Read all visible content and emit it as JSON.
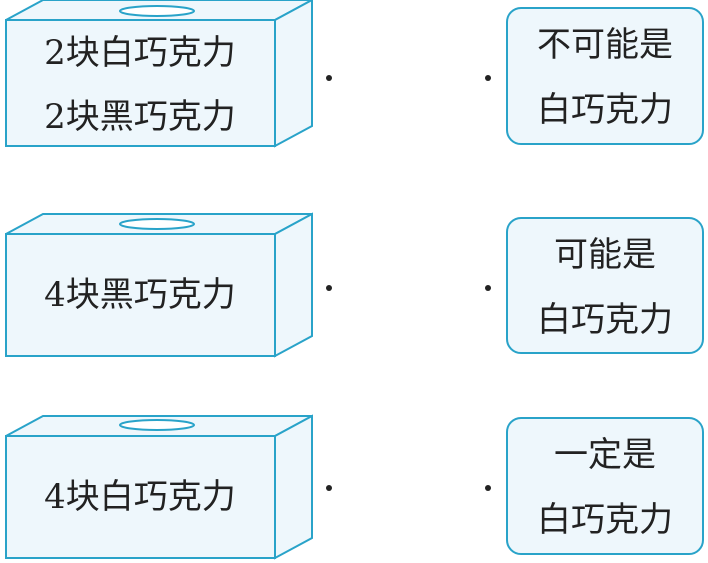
{
  "boxes": [
    {
      "lines": [
        "2块白巧克力",
        "2块黑巧克力"
      ]
    },
    {
      "lines": [
        "4块黑巧克力"
      ]
    },
    {
      "lines": [
        "4块白巧克力"
      ]
    }
  ],
  "answers": [
    {
      "lines": [
        "不可能是",
        "白巧克力"
      ]
    },
    {
      "lines": [
        "可能是",
        "白巧克力"
      ]
    },
    {
      "lines": [
        "一定是",
        "白巧克力"
      ]
    }
  ],
  "colors": {
    "outline": "#29a3c9",
    "fill": "#eef7fc",
    "text": "#222222"
  }
}
